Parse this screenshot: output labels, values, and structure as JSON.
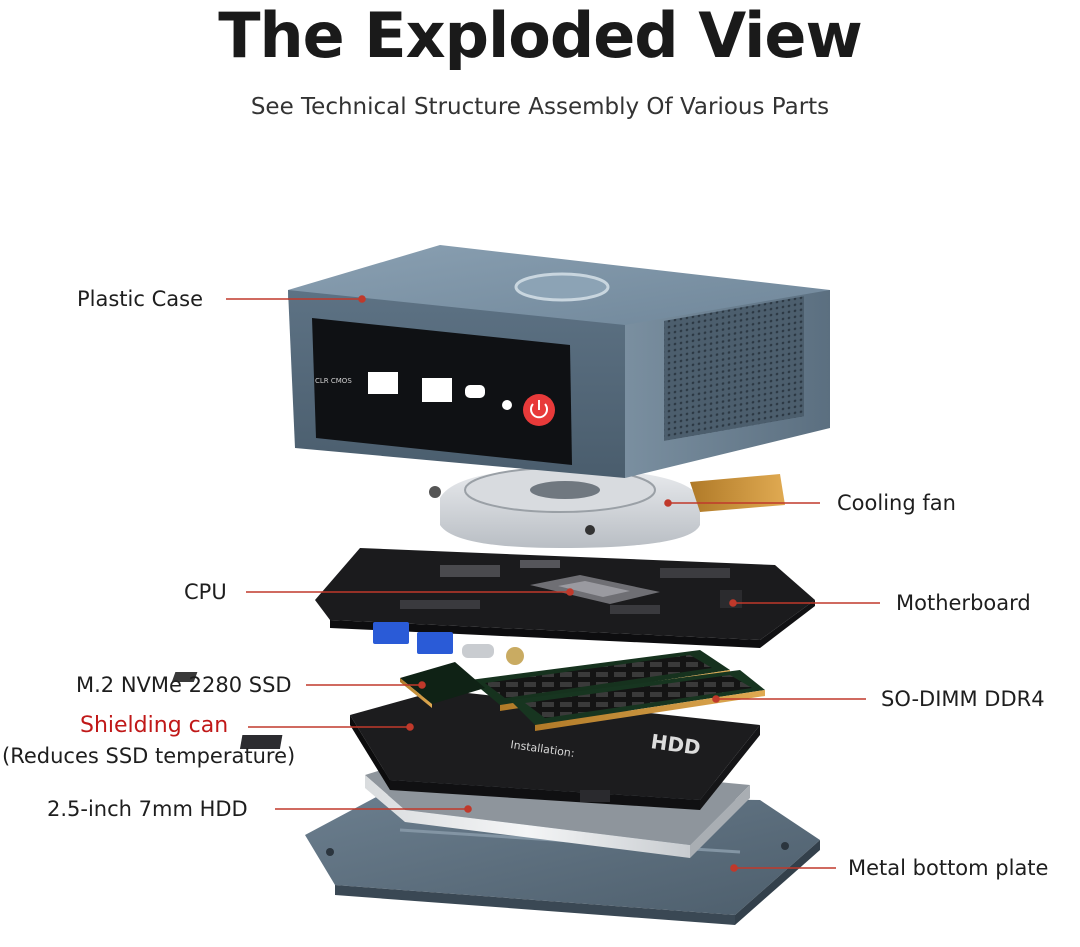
{
  "header": {
    "title": "The Exploded View",
    "subtitle": "See Technical Structure Assembly Of Various Parts"
  },
  "labels": {
    "plastic_case": "Plastic Case",
    "cooling_fan": "Cooling fan",
    "cpu": "CPU",
    "motherboard": "Motherboard",
    "ssd": "M.2 NVMe 2280 SSD",
    "sodimm": "SO-DIMM DDR4",
    "shielding": "Shielding can",
    "shielding_note": "(Reduces SSD temperature)",
    "hdd": "2.5-inch 7mm HDD",
    "bottom_plate": "Metal bottom plate"
  },
  "case_front": {
    "clr_cmos": "CLR CMOS"
  },
  "hdd_label": {
    "brand": "HDD",
    "installation": "Installation:"
  },
  "colors": {
    "leader_line": "#c0392b",
    "case_body": "#5d7284",
    "power_button": "#e83a3a",
    "shielding_text": "#c01818"
  }
}
